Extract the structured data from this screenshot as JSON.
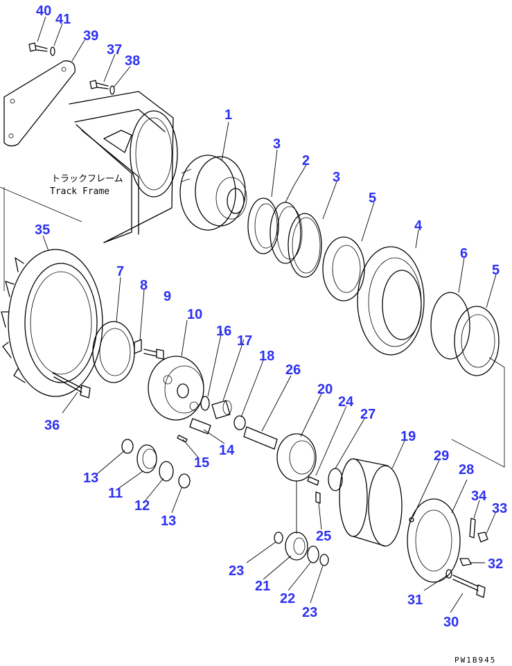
{
  "callouts": [
    {
      "id": "40",
      "text": "40"
    },
    {
      "id": "41",
      "text": "41"
    },
    {
      "id": "39",
      "text": "39"
    },
    {
      "id": "37",
      "text": "37"
    },
    {
      "id": "38",
      "text": "38"
    },
    {
      "id": "1",
      "text": "1"
    },
    {
      "id": "3a",
      "text": "3"
    },
    {
      "id": "2",
      "text": "2"
    },
    {
      "id": "3b",
      "text": "3"
    },
    {
      "id": "5a",
      "text": "5"
    },
    {
      "id": "4",
      "text": "4"
    },
    {
      "id": "6",
      "text": "6"
    },
    {
      "id": "5b",
      "text": "5"
    },
    {
      "id": "35",
      "text": "35"
    },
    {
      "id": "7",
      "text": "7"
    },
    {
      "id": "8",
      "text": "8"
    },
    {
      "id": "9",
      "text": "9"
    },
    {
      "id": "10",
      "text": "10"
    },
    {
      "id": "16",
      "text": "16"
    },
    {
      "id": "17",
      "text": "17"
    },
    {
      "id": "18",
      "text": "18"
    },
    {
      "id": "26",
      "text": "26"
    },
    {
      "id": "20",
      "text": "20"
    },
    {
      "id": "24",
      "text": "24"
    },
    {
      "id": "27",
      "text": "27"
    },
    {
      "id": "36",
      "text": "36"
    },
    {
      "id": "14",
      "text": "14"
    },
    {
      "id": "15",
      "text": "15"
    },
    {
      "id": "13a",
      "text": "13"
    },
    {
      "id": "11",
      "text": "11"
    },
    {
      "id": "12",
      "text": "12"
    },
    {
      "id": "13b",
      "text": "13"
    },
    {
      "id": "19",
      "text": "19"
    },
    {
      "id": "29",
      "text": "29"
    },
    {
      "id": "28",
      "text": "28"
    },
    {
      "id": "34",
      "text": "34"
    },
    {
      "id": "33",
      "text": "33"
    },
    {
      "id": "25",
      "text": "25"
    },
    {
      "id": "32",
      "text": "32"
    },
    {
      "id": "23a",
      "text": "23"
    },
    {
      "id": "21",
      "text": "21"
    },
    {
      "id": "22",
      "text": "22"
    },
    {
      "id": "23b",
      "text": "23"
    },
    {
      "id": "31",
      "text": "31"
    },
    {
      "id": "30",
      "text": "30"
    }
  ],
  "frame_label": {
    "jp": "トラックフレーム",
    "en": "Track Frame"
  },
  "drawing_code": "PW1B945"
}
